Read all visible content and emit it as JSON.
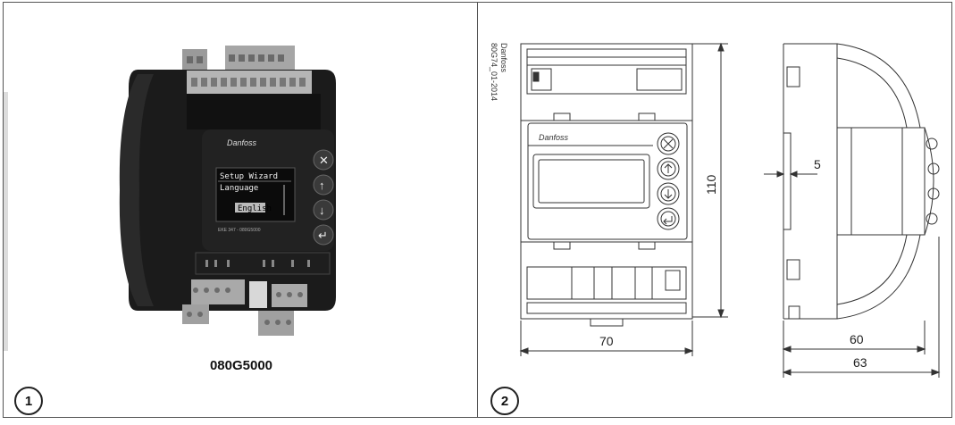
{
  "panel1": {
    "number": "1",
    "caption": "080G5000",
    "device": {
      "brand": "Danfoss",
      "screen_title": "Setup Wizard",
      "screen_line": "Language",
      "screen_value": "English",
      "model_label": "EKE 347 - 080G5000"
    }
  },
  "panel2": {
    "number": "2",
    "drawing_ref": "Danfoss\n80G74_01-2014",
    "brand": "Danfoss",
    "dimensions": {
      "width": "70",
      "height": "110",
      "depth_inner": "60",
      "depth_total": "63",
      "recess": "5"
    }
  }
}
